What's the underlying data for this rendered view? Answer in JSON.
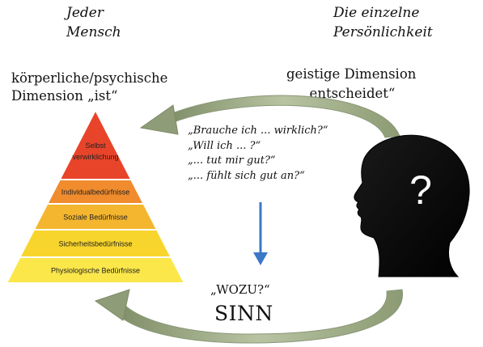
{
  "header": {
    "left": [
      "Jeder",
      "Mensch"
    ],
    "right": [
      "Die einzelne",
      "Persönlichkeit"
    ]
  },
  "dimension_left": [
    "körperliche/psychische",
    "Dimension „ist“"
  ],
  "dimension_right": [
    "geistige Dimension",
    "„entscheidet“"
  ],
  "questions": [
    "„Brauche ich ... wirklich?“",
    "„Will ich ... ?“",
    "„... tut mir gut?“",
    "„... fühlt sich gut an?“"
  ],
  "wozu": "„WOZU?“",
  "sinn": "SINN",
  "pyramid": {
    "levels": [
      {
        "label": "Selbst",
        "label2": "verwirklichung",
        "color": "#e8442a"
      },
      {
        "label": "Individualbedürfnisse",
        "color": "#f18c2e"
      },
      {
        "label": "Soziale Bedürfnisse",
        "color": "#f5b62f"
      },
      {
        "label": "Sicherheitsbedürfnisse",
        "color": "#f8d52c"
      },
      {
        "label": "Physiologische Bedürfnisse",
        "color": "#fbe74a"
      }
    ]
  },
  "head_symbol": "?",
  "colors": {
    "arrow_gray_green": "#9aa87f",
    "down_arrow_blue": "#3b78c8",
    "head": "#050505"
  }
}
